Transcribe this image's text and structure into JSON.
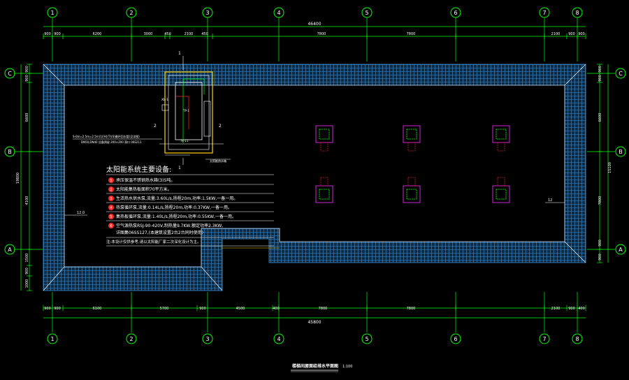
{
  "colors": {
    "background": "#000000",
    "grid": "#00ff00",
    "wall_fill": "#0d2a44",
    "wall_hatch": "#3a8fd6",
    "white": "#ffffff",
    "yellow": "#ffd400",
    "red": "#ff2a2a",
    "magenta": "#ff33ff"
  },
  "columns": [
    "1",
    "2",
    "3",
    "4",
    "5",
    "6",
    "7",
    "8"
  ],
  "rows": [
    "C",
    "B",
    "A"
  ],
  "top_dims": [
    "900",
    "900",
    "6200",
    "3000",
    "450",
    "2100",
    "450",
    "7800",
    "7800",
    "2100",
    "900",
    "900"
  ],
  "top_total": "46400",
  "bottom_dims": [
    "900",
    "900",
    "6100",
    "5700",
    "900",
    "4500",
    "400",
    "7800",
    "7800",
    "2100",
    "900",
    "400"
  ],
  "bottom_total": "45800",
  "left_dims": [
    "900",
    "900",
    "6600",
    "4100",
    "1500",
    "900",
    "1000"
  ],
  "left_total": "19800",
  "right_dims": [
    "900",
    "900",
    "6600",
    "7800",
    "900",
    "900"
  ],
  "right_total": "15100",
  "equipment": {
    "title": "太阳能系统主要设备:",
    "items": [
      "承压保温不锈钢热水箱(3)5吨。",
      "太阳能集热板面积70平方米。",
      "生活热水供水泵,流量:3.60L/s,扬程20m,功率:1.5KW,一备一用。",
      "热泵循环泵,流量:0.14L/s,扬程20m,功率:0.37KW,一备一用。",
      "集热板循环泵,流量:1.40L/s,扬程20m,功率:0.55KW,一备一用。",
      "空气源热泵RSJ-90-420V,制热量9.7KW,额定功率2.3KW,",
      "详图集06SS127,(本建筑设置2台2台同时使用)"
    ],
    "note": "注:本设计仅供参考,请以太阳能厂家二次深化设计为主。"
  },
  "labels": {
    "pipe_note_1": "S-0m=2.5m=2.5m(1)(H)(T)(S)循环回水管(见详图)",
    "pipe_note_2": "DN50,DN40 设备预留 200×200 洞口 06S211",
    "marker_1": "1",
    "marker_2": "2",
    "elev_left": "12.0",
    "elev_right": "12",
    "room_note": "太阳能热水箱",
    "tank_tag_1": "XL-1",
    "tank_tag_2": "TP-1",
    "tank_tag_3": "7k-11"
  },
  "footer": {
    "title": "楼梯间屋面给排水平面图",
    "scale": "1:100"
  }
}
